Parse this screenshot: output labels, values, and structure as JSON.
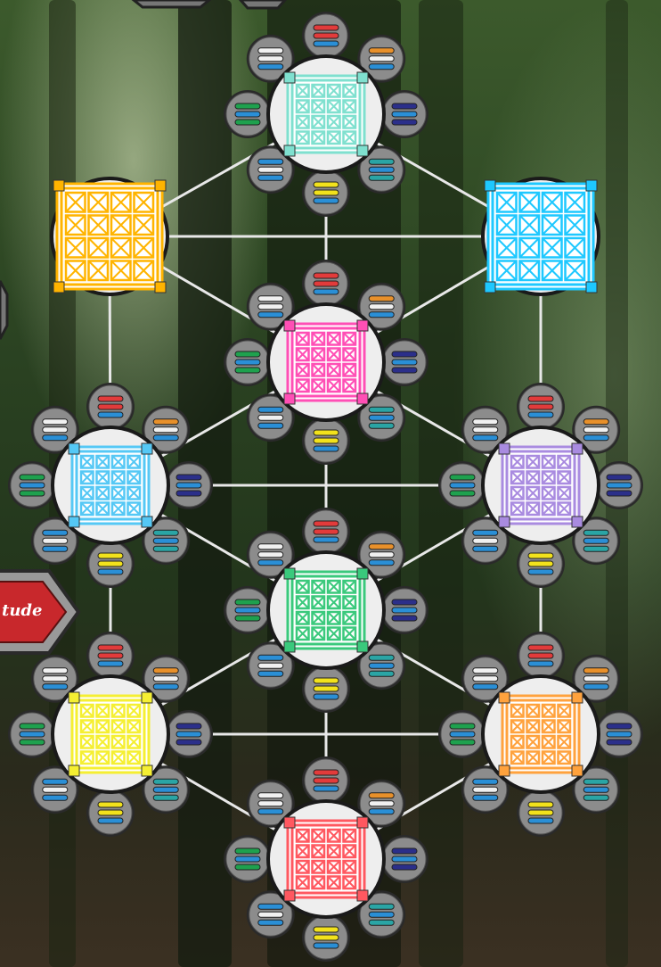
{
  "board": {
    "side_label": "tude",
    "colors": {
      "red": "#e23b3b",
      "blue": "#2a8fd6",
      "orange": "#e8902a",
      "white": "#f0f0f0",
      "green": "#1ea14e",
      "navy": "#2b2f8a",
      "teal": "#2aa5a5",
      "yellow": "#f2e21c",
      "node_fill": "#eeeeee",
      "token_fill": "#8c8c8c",
      "link": "#e8e8e8"
    },
    "nodes": [
      {
        "id": "top",
        "tile": "#7fe0cf",
        "ring": true
      },
      {
        "id": "gold",
        "tile": "#ffb400",
        "ring": false
      },
      {
        "id": "skyblue-big",
        "tile": "#1ec8ff",
        "ring": false
      },
      {
        "id": "magenta",
        "tile": "#ff4fb5",
        "ring": true
      },
      {
        "id": "cyan",
        "tile": "#55c8f5",
        "ring": true
      },
      {
        "id": "lavender",
        "tile": "#a98be0",
        "ring": true
      },
      {
        "id": "green",
        "tile": "#3ac97c",
        "ring": true
      },
      {
        "id": "yellow",
        "tile": "#f5ef32",
        "ring": true
      },
      {
        "id": "orange",
        "tile": "#ffa23d",
        "ring": true
      },
      {
        "id": "red",
        "tile": "#ff5860",
        "ring": true
      }
    ]
  }
}
